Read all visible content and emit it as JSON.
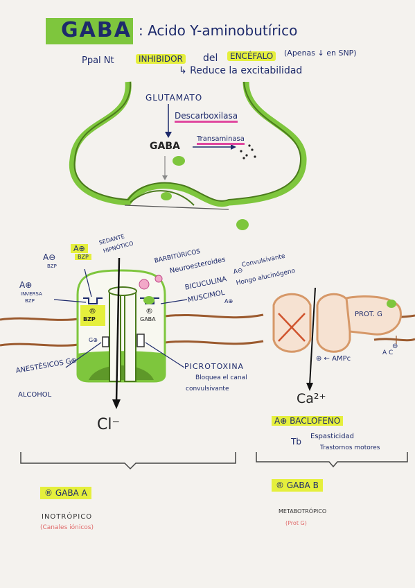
{
  "header": {
    "gaba": "GABA",
    "colon_name": ": Acido Y-aminobutírico",
    "ppal": "Ppal Nt",
    "inhibidor": "INHIBIDOR",
    "del": "del",
    "encefalo": "ENCÉFALO",
    "apenas": "(Apenas ↓ en SNP)",
    "reduce": "↳ Reduce la excitabilidad"
  },
  "synapse": {
    "glutamato": "GLUTAMATO",
    "descarbox": "Descarboxilasa",
    "gaba": "GABA",
    "transaminasa": "Transaminasa"
  },
  "receptor_a": {
    "a_plus_bzp_top": "A⊕",
    "bzp_label": "BZP",
    "a_minus": "A⊖",
    "bzp_small": "BZP",
    "sedante": "SEDANTE",
    "hipnotico": "HIPNÓTICO",
    "a_plus_left": "A⊕",
    "inversa": "INVERSA",
    "bzp_left": "BZP",
    "r_site": "®",
    "r_site_label": "BZP",
    "r_gaba": "®",
    "r_gaba_label": "GABA",
    "barbituricos": "BARBITÚRICOS",
    "neuroesteroides": "Neuroesteroides",
    "bicuculina": "BICUCULINA",
    "a_minus_bic": "A⊖",
    "convulsivante": "Convulsivante",
    "muscimol": "MUSCIMOL",
    "hongo": "Hongo alucinógeno",
    "ap": "A⊕",
    "anestesicos": "ANESTÉSICOS G⊕",
    "alcohol": "ALCOHOL",
    "g_small": "G⊕",
    "picrotoxina": "PICROTOXINA",
    "bloquea": "Bloquea el canal",
    "convulsivante2": "convulsivante",
    "cl": "Cl⁻"
  },
  "receptor_b": {
    "prot_g": "PROT. G",
    "minus": "⊖",
    "ac": "A C",
    "ampc": "⊕ ← AMPc",
    "ca": "Ca²⁺",
    "baclofeno": "A⊕ BACLOFENO",
    "tb": "Tb",
    "espasticidad": "Espasticidad",
    "trastornos": "Trastornos motores"
  },
  "footer": {
    "gaba_a": "® GABA A",
    "ionotropico": "INOTRÓPICO",
    "canales": "(Canales iónicos)",
    "gaba_b": "® GABA B",
    "metabotropico": "METABOTRÓPICO",
    "prot_g": "(Prot G)"
  },
  "colors": {
    "highlight_yellow": "#e5ef3c",
    "highlight_pink": "#e0479e",
    "green_marker": "#7ec63d",
    "dark_green": "#4a7a1c",
    "brown_membrane": "#9b5a2e",
    "orange_receptor": "#d69868",
    "ink_blue": "#1d2a6b",
    "red_note": "#e06a6a"
  }
}
